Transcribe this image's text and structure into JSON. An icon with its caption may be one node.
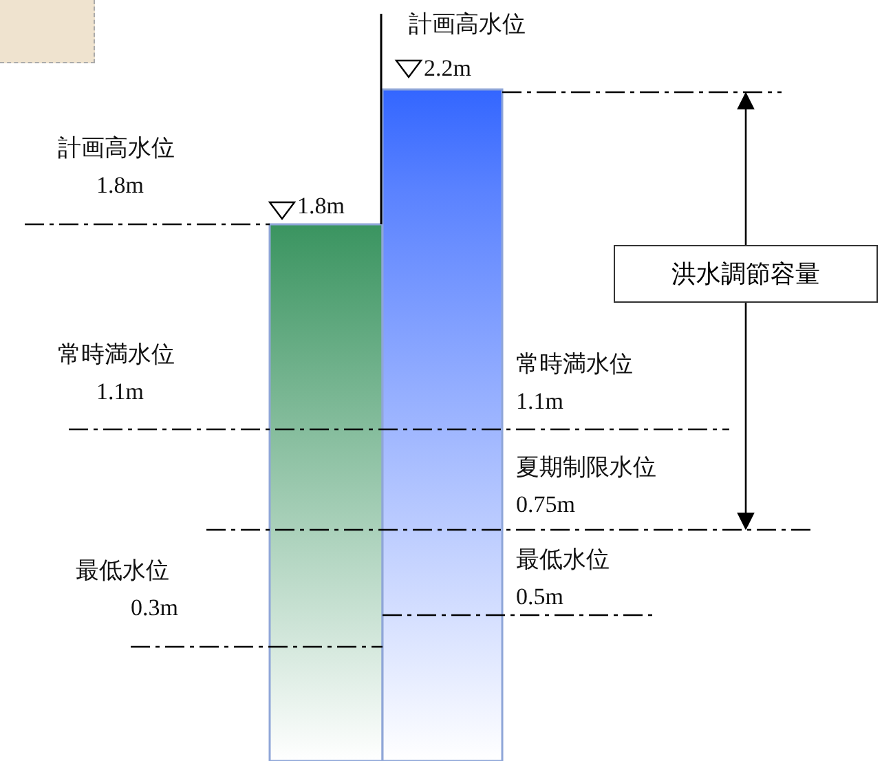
{
  "diagram": {
    "nodes": [
      {
        "text": [
          "洪水調節容量"
        ]
      }
    ],
    "edges": [],
    "labels": [
      "計画高水位",
      "2.2m",
      "計画高水位",
      "1.8m",
      "1.8m",
      "常時満水位",
      "常時満水位",
      "1.1m",
      "1.1m",
      "夏期制限水位",
      "0.75m",
      "最低水位",
      "最低水位",
      "0.5m",
      "0.3m"
    ]
  }
}
